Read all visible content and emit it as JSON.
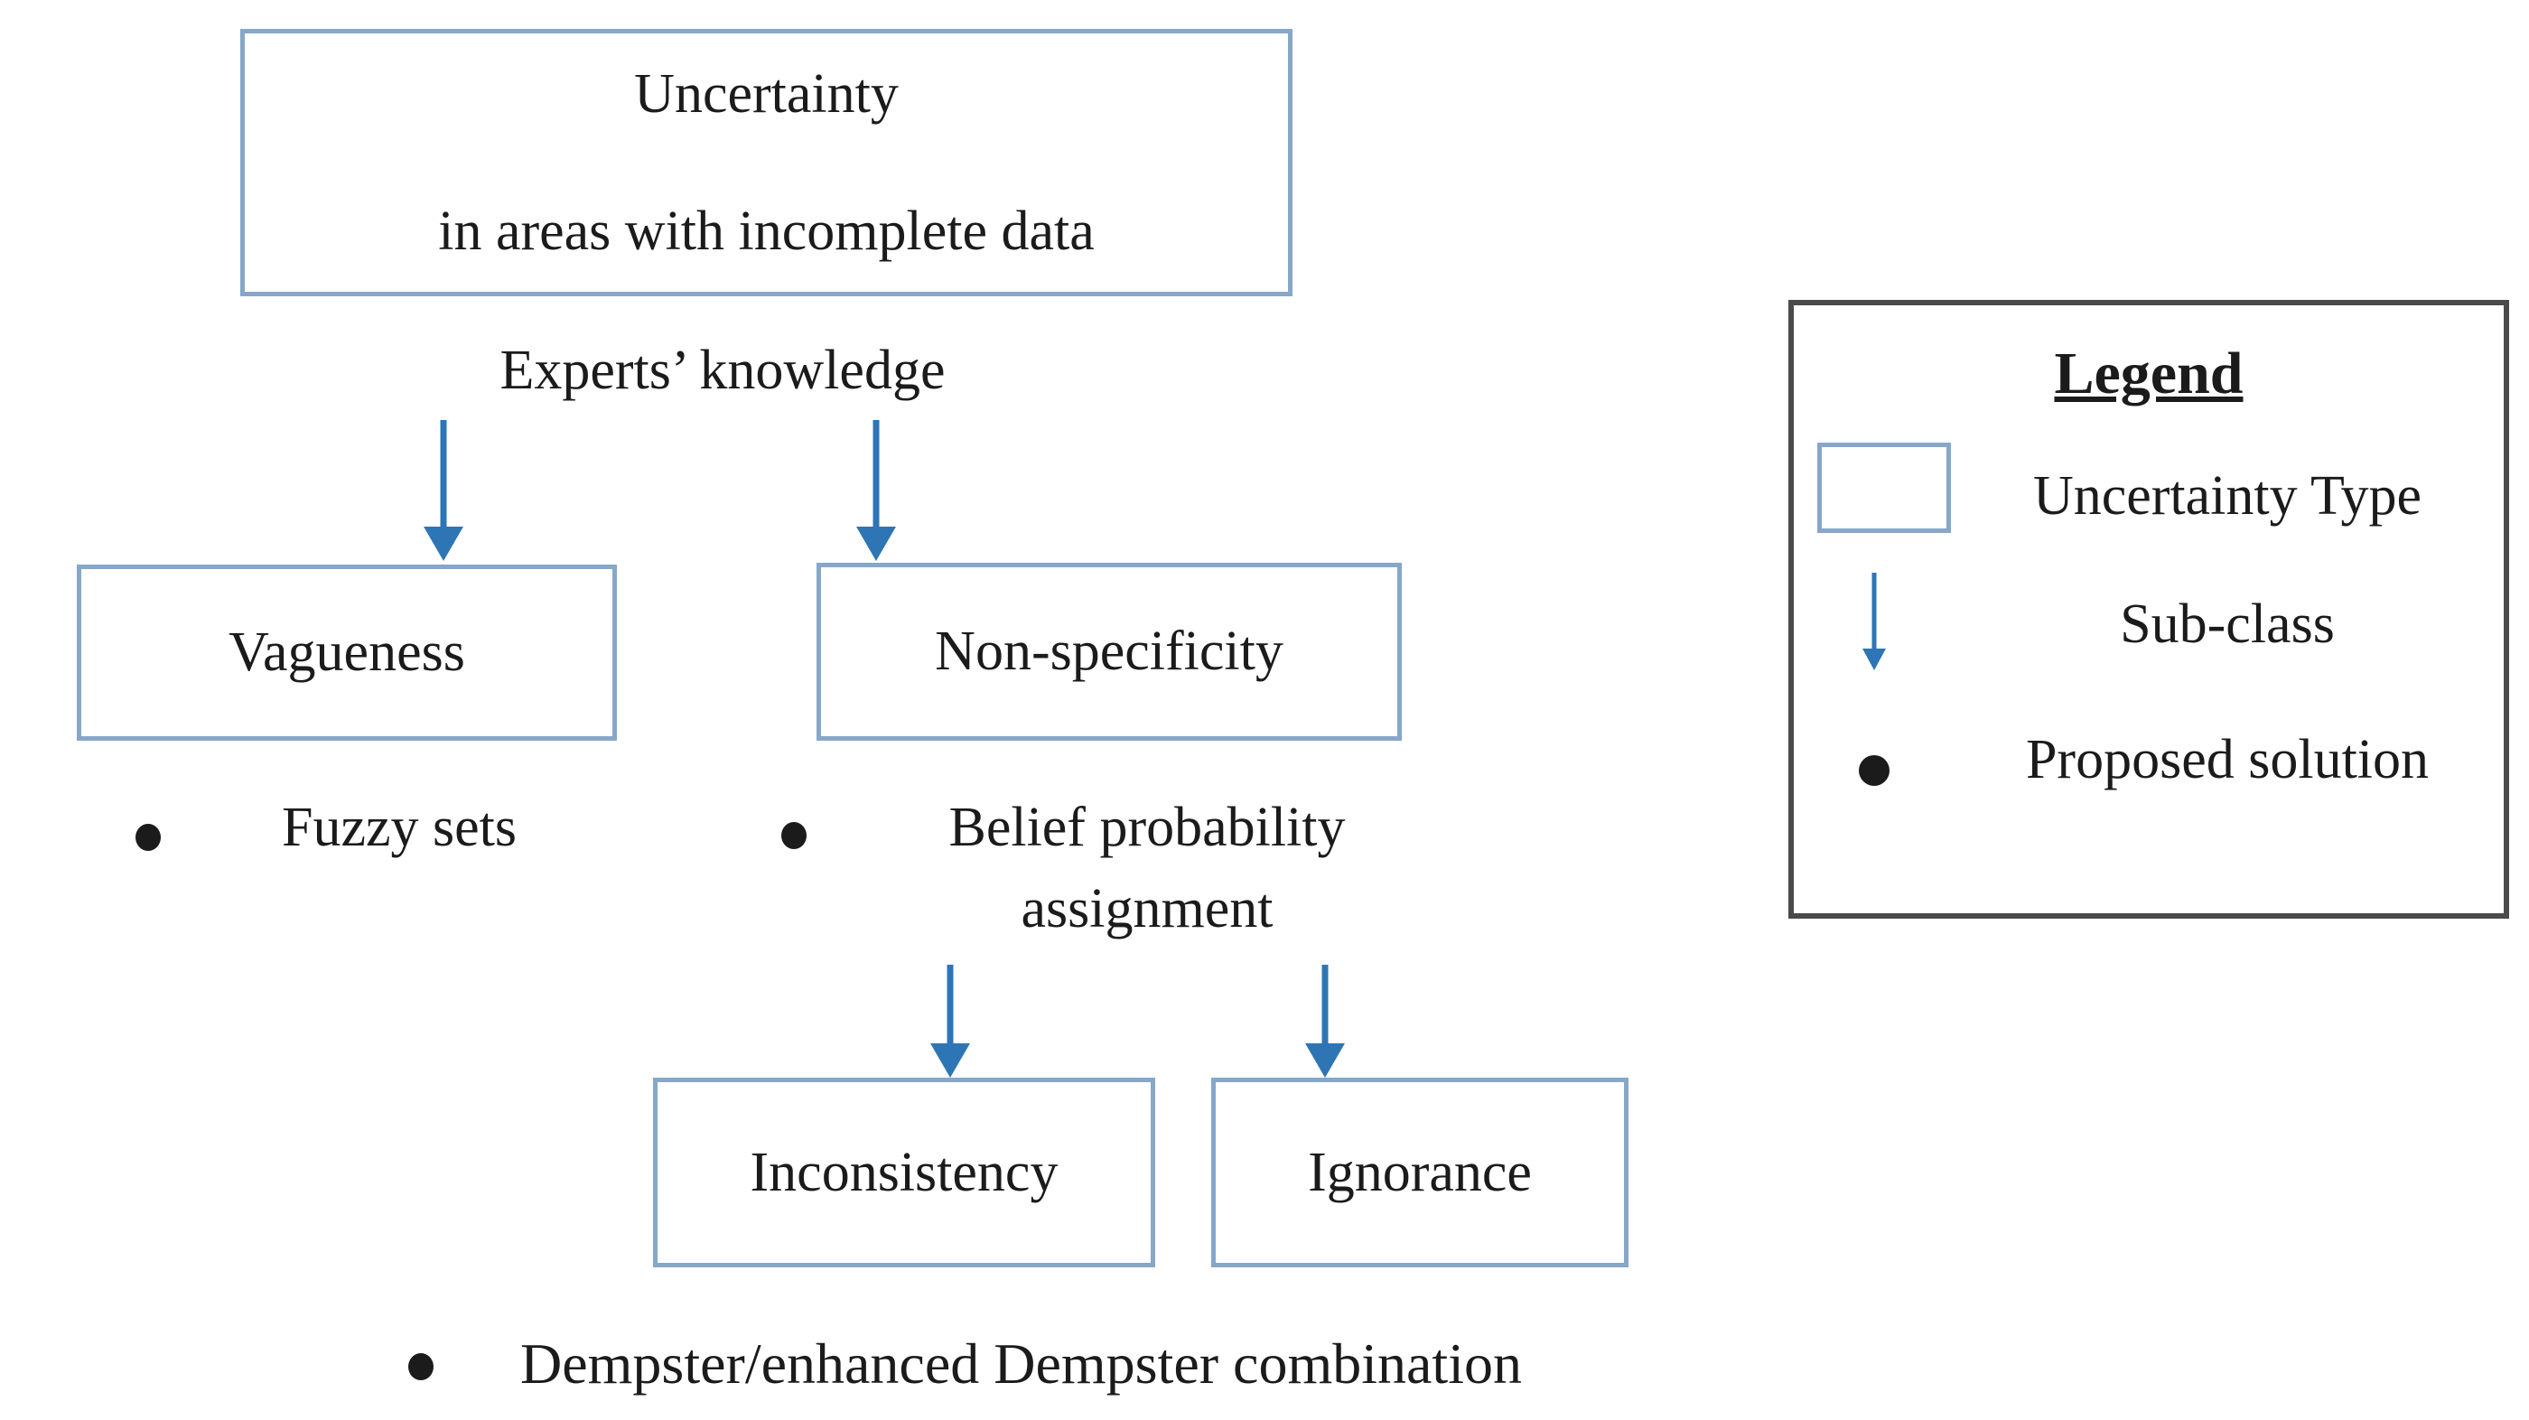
{
  "colors": {
    "background": "#ffffff",
    "text": "#1b1b1b",
    "box_border": "#86a7c9",
    "arrow_blue": "#2e75b6",
    "legend_border": "#4a4a4a"
  },
  "diagram": {
    "root_box": {
      "line1": "Uncertainty",
      "line2": "in areas with incomplete data"
    },
    "branch_label": "Experts’ knowledge",
    "type_boxes": {
      "vagueness": "Vagueness",
      "non_specificity": "Non-specificity",
      "inconsistency": "Inconsistency",
      "ignorance": "Ignorance"
    },
    "solutions": {
      "fuzzy_sets": "Fuzzy sets",
      "belief_line1": "Belief probability",
      "belief_line2": "assignment",
      "dempster": "Dempster/enhanced Dempster combination"
    }
  },
  "legend": {
    "title": "Legend",
    "items": [
      {
        "icon": "uncertainty-type-box-icon",
        "label": "Uncertainty Type"
      },
      {
        "icon": "sub-class-arrow-icon",
        "label": "Sub-class"
      },
      {
        "icon": "proposed-solution-bullet-icon",
        "label": "Proposed solution"
      }
    ]
  }
}
